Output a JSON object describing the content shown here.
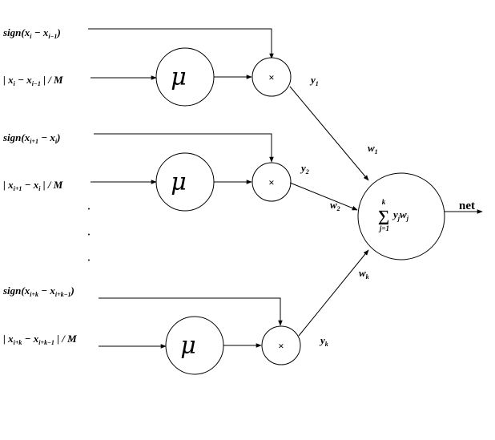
{
  "inputs": {
    "row1": {
      "sign_fn": "sign(",
      "sign_x1": "x",
      "sign_s1": "i",
      "sign_minus": " − ",
      "sign_x2": "x",
      "sign_s2": "i−1",
      "sign_close": ")",
      "abs_open": "| ",
      "abs_x1": "x",
      "abs_s1": "i",
      "abs_minus": " − ",
      "abs_x2": "x",
      "abs_s2": "i−1",
      "abs_close": " | / M"
    },
    "row2": {
      "sign_fn": "sign(",
      "sign_x1": "x",
      "sign_s1": "i+1",
      "sign_minus": " − ",
      "sign_x2": "x",
      "sign_s2": "i",
      "sign_close": ")",
      "abs_open": "| ",
      "abs_x1": "x",
      "abs_s1": "i+1",
      "abs_minus": " − ",
      "abs_x2": "x",
      "abs_s2": "i",
      "abs_close": " | / M"
    },
    "row3": {
      "sign_fn": "sign(",
      "sign_x1": "x",
      "sign_s1": "i+k",
      "sign_minus": " − ",
      "sign_x2": "x",
      "sign_s2": "i+k−1",
      "sign_close": ")",
      "abs_open": "| ",
      "abs_x1": "x",
      "abs_s1": "i+k",
      "abs_minus": " − ",
      "abs_x2": "x",
      "abs_s2": "i+k−1",
      "abs_close": " | / M"
    }
  },
  "mu_symbol": "μ",
  "multiply_symbol": "×",
  "outputs": {
    "y1": {
      "base": "y",
      "sub": "1"
    },
    "y2": {
      "base": "y",
      "sub": "2"
    },
    "yk": {
      "base": "y",
      "sub": "k"
    }
  },
  "weights": {
    "w1": {
      "base": "w",
      "sub": "1"
    },
    "w2": {
      "base": "w",
      "sub": "2"
    },
    "wk": {
      "base": "w",
      "sub": "k"
    }
  },
  "sum": {
    "sigma": "∑",
    "upper": "k",
    "lower": "j=1",
    "term_y": "y",
    "term_y_sub": "j",
    "term_w": "w",
    "term_w_sub": "j"
  },
  "output_label": "net",
  "ellipsis_dot": "•"
}
